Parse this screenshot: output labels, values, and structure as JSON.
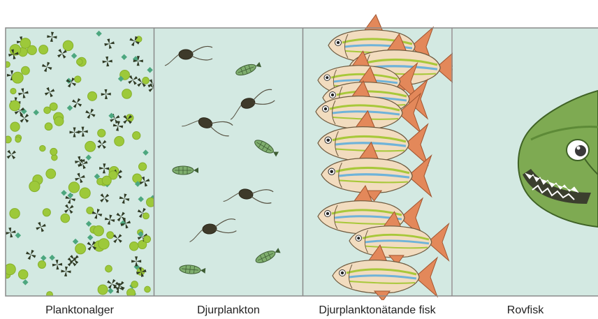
{
  "colors": {
    "water": "#d3e9e2",
    "border": "#8a8a8a",
    "algae_light": "#9dc93a",
    "algae_dark": "#2f3a24",
    "algae_teal": "#4da77f",
    "fish_body": "#f2dcbf",
    "fish_green": "#a8c83a",
    "fish_blue": "#6fb3d9",
    "fish_fin": "#e3885a",
    "predator": "#7eaa52"
  },
  "panels": [
    {
      "id": "planktonalger",
      "label": "Planktonalger",
      "icon": "algae-icon"
    },
    {
      "id": "djurplankton",
      "label": "Djurplankton",
      "icon": "zooplankton-icon"
    },
    {
      "id": "djurplanktonatande-fisk",
      "label": "Djurplanktonätande fisk",
      "icon": "fish-icon"
    },
    {
      "id": "rovfisk",
      "label": "Rovfisk",
      "icon": "predator-fish-icon"
    }
  ]
}
